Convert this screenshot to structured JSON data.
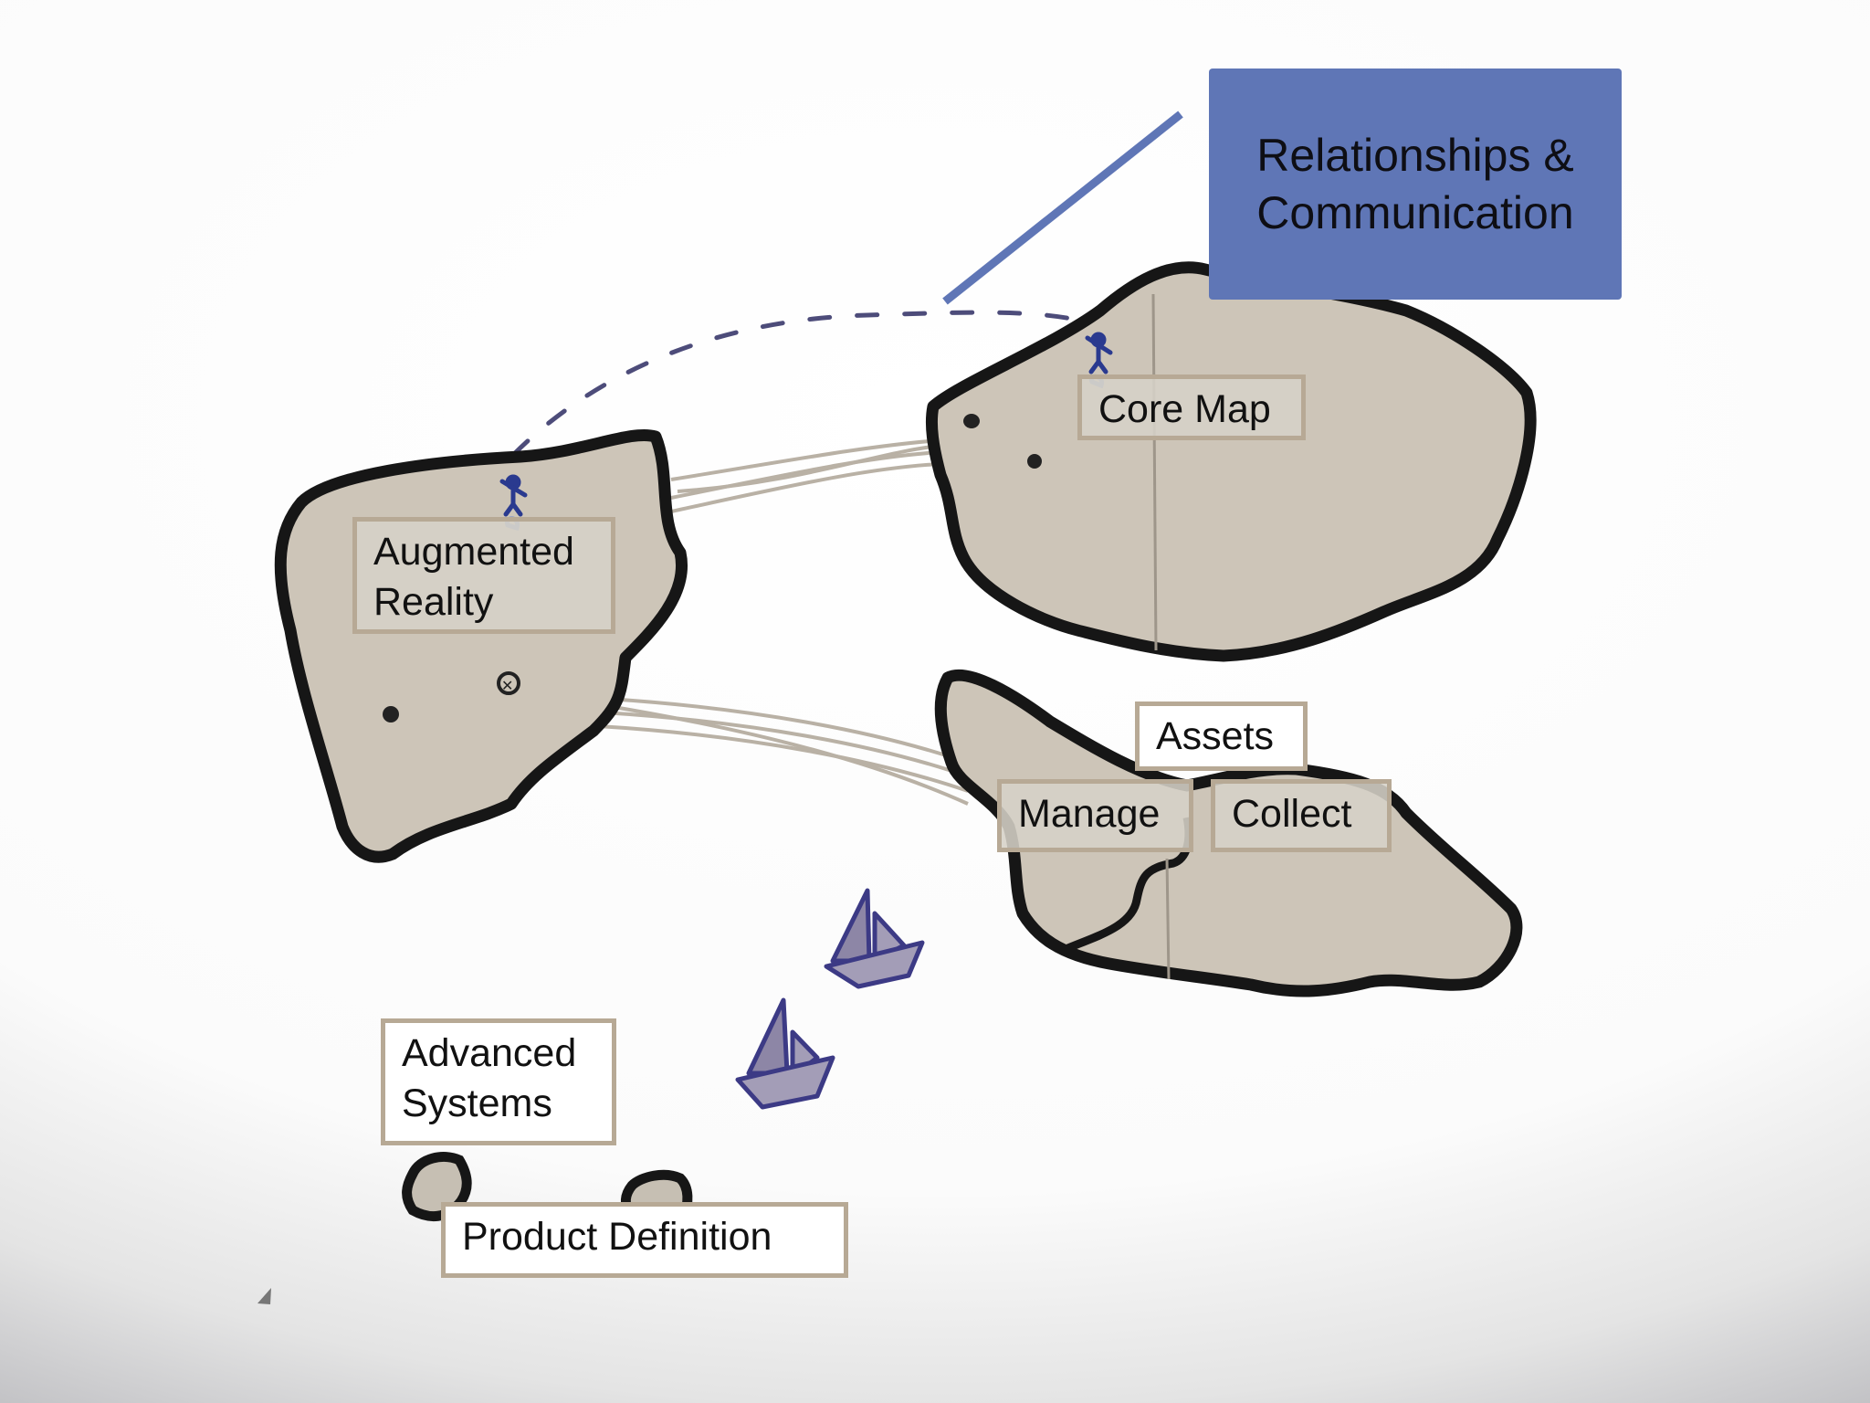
{
  "diagram": {
    "callout": {
      "text": "Relationships &\nCommunication",
      "color": "#5f76b6"
    },
    "islands": {
      "core_map": {
        "label": "Core Map"
      },
      "augmented_reality": {
        "label": "Augmented\nReality"
      },
      "assets": {
        "label": "Assets",
        "parts": {
          "manage": "Manage",
          "collect": "Collect"
        }
      },
      "advanced_systems": {
        "label": "Advanced\nSystems"
      },
      "product_definition": {
        "label": "Product Definition"
      }
    },
    "colors": {
      "island_fill": "#cdc5b8",
      "island_outline": "#161616",
      "label_border": "#b7a995",
      "sketch_ink": "#3c3a85"
    },
    "icons": [
      "person-icon",
      "boat-icon",
      "rock-icon"
    ]
  }
}
